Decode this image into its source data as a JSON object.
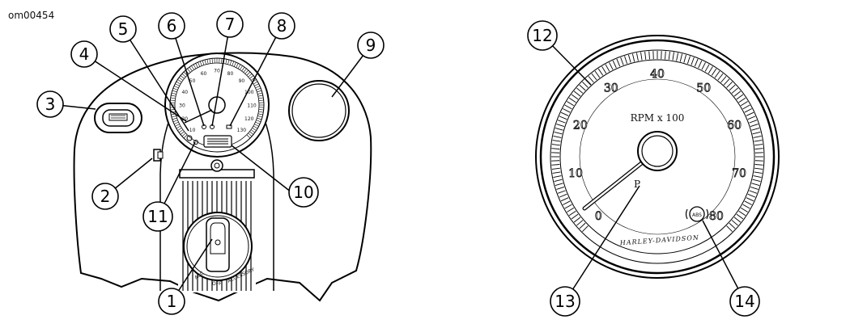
{
  "figure_code": "om00454",
  "callouts": [
    "1",
    "2",
    "3",
    "4",
    "5",
    "6",
    "7",
    "8",
    "9",
    "10",
    "11",
    "12",
    "13",
    "14"
  ],
  "speedometer": {
    "scale": [
      "10",
      "20",
      "30",
      "40",
      "50",
      "60",
      "70",
      "80",
      "90",
      "100",
      "110",
      "120",
      "130"
    ]
  },
  "tachometer": {
    "scale": [
      "0",
      "10",
      "20",
      "30",
      "40",
      "50",
      "60",
      "70",
      "80"
    ],
    "units": "RPM x 100",
    "brand": "HARLEY-DAVIDSON",
    "park_symbol": "P",
    "abs_symbol": "ABS"
  },
  "ignition_positions": [
    "ACC",
    "OFF",
    "ACCESSORY"
  ],
  "colors": {
    "line": "#000000",
    "background": "#ffffff"
  }
}
